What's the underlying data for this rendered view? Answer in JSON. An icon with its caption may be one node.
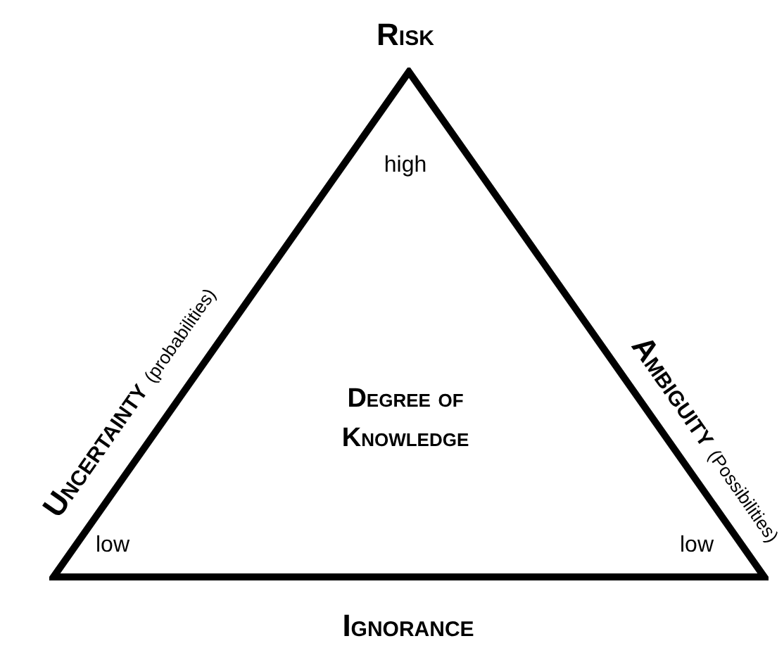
{
  "diagram": {
    "nodes": [
      {
        "text": [
          "high",
          "Degree of Knowledge",
          "low",
          "low"
        ]
      }
    ],
    "edges": [],
    "labels": [
      "Risk",
      "Uncertainty",
      "(probabilities)",
      "Ambiguity",
      "(Possibilities)",
      "Ignorance"
    ]
  }
}
